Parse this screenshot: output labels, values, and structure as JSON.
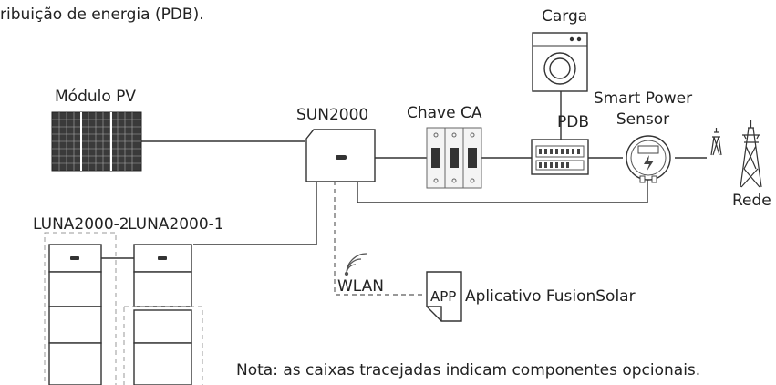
{
  "header": {
    "text": "ribuição de energia (PDB)."
  },
  "labels": {
    "carga": "Carga",
    "modulo_pv": "Módulo PV",
    "sun2000": "SUN2000",
    "chave_ca": "Chave CA",
    "pdb": "PDB",
    "smart_power_sensor_line1": "Smart Power",
    "smart_power_sensor_line2": "Sensor",
    "rede": "Rede",
    "luna2": "LUNA2000-2",
    "luna1": "LUNA2000-1",
    "wlan": "WLAN",
    "app_icon": "APP",
    "aplicativo": "Aplicativo FusionSolar",
    "nota": "Nota: as caixas tracejadas indicam componentes opcionais."
  },
  "icons": [
    "pv-module-icon",
    "washing-machine-icon",
    "inverter-icon",
    "ac-switch-icon",
    "pdb-panel-icon",
    "power-meter-icon",
    "grid-tower-icon",
    "battery-icon",
    "wifi-icon",
    "app-icon"
  ]
}
